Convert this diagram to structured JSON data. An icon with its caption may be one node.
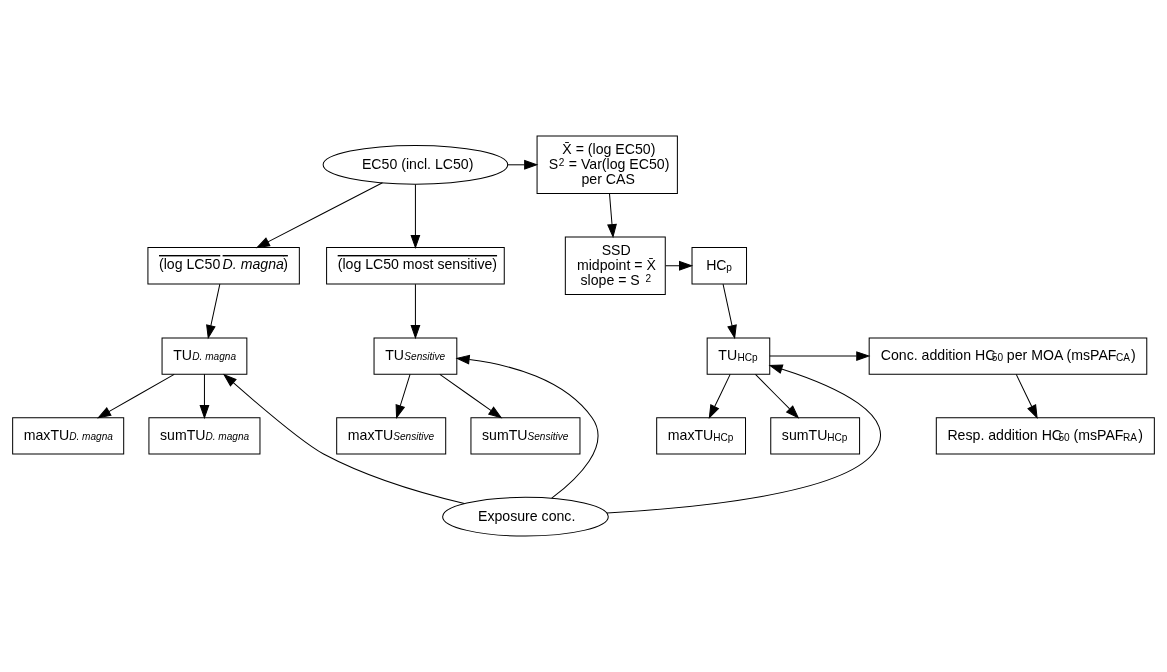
{
  "diagram": {
    "nodes": [
      {
        "text": [
          "EC50 (incl. LC50)"
        ]
      },
      {
        "text": [
          "X̄ = (log EC50)",
          "S$^{2}$ = Var(log EC50)",
          "per CAS"
        ]
      },
      {
        "text": [
          "(log LC50 *D. magna*)"
        ]
      },
      {
        "text": [
          "(log LC50 most sensitive)"
        ]
      },
      {
        "text": [
          "SSD",
          "midpoint = X̄",
          "slope = S$^{2}$"
        ]
      },
      {
        "text": [
          "HC$_{p}$"
        ]
      },
      {
        "text": [
          "TU$_{D. magna}$"
        ]
      },
      {
        "text": [
          "TU$_{Sensitive}$"
        ]
      },
      {
        "text": [
          "TU$_{HCp}$"
        ]
      },
      {
        "text": [
          "Conc. addition HC$_{50}$ per MOA (msPAF$_{CA}$)"
        ]
      },
      {
        "text": [
          "maxTU$_{D. magna}$"
        ]
      },
      {
        "text": [
          "sumTU$_{D. magna}$"
        ]
      },
      {
        "text": [
          "maxTU$_{Sensitive}$"
        ]
      },
      {
        "text": [
          "sumTU$_{Sensitive}$"
        ]
      },
      {
        "text": [
          "maxTU$_{HCp}$"
        ]
      },
      {
        "text": [
          "sumTU$_{HCp}$"
        ]
      },
      {
        "text": [
          "Resp. addition HC$_{50}$ (msPAF$_{RA}$)"
        ]
      },
      {
        "text": [
          "Exposure conc."
        ]
      }
    ],
    "edges": [
      {
        "from": 0,
        "to": 2,
        "arrow": "to"
      },
      {
        "from": 0,
        "to": 3,
        "arrow": "to"
      },
      {
        "from": 0,
        "to": 1,
        "arrow": "to"
      },
      {
        "from": 1,
        "to": 4,
        "arrow": "to"
      },
      {
        "from": 4,
        "to": 5,
        "arrow": "to"
      },
      {
        "from": 2,
        "to": 6,
        "arrow": "to"
      },
      {
        "from": 3,
        "to": 7,
        "arrow": "to"
      },
      {
        "from": 5,
        "to": 8,
        "arrow": "to"
      },
      {
        "from": 8,
        "to": 9,
        "arrow": "to"
      },
      {
        "from": 6,
        "to": 10,
        "arrow": "to"
      },
      {
        "from": 6,
        "to": 11,
        "arrow": "to"
      },
      {
        "from": 7,
        "to": 12,
        "arrow": "to"
      },
      {
        "from": 7,
        "to": 13,
        "arrow": "to"
      },
      {
        "from": 8,
        "to": 14,
        "arrow": "to"
      },
      {
        "from": 8,
        "to": 15,
        "arrow": "to"
      },
      {
        "from": 9,
        "to": 16,
        "arrow": "to"
      },
      {
        "from": 17,
        "to": 6,
        "arrow": "to"
      },
      {
        "from": 17,
        "to": 7,
        "arrow": "to"
      },
      {
        "from": 17,
        "to": 8,
        "arrow": "to"
      }
    ]
  }
}
